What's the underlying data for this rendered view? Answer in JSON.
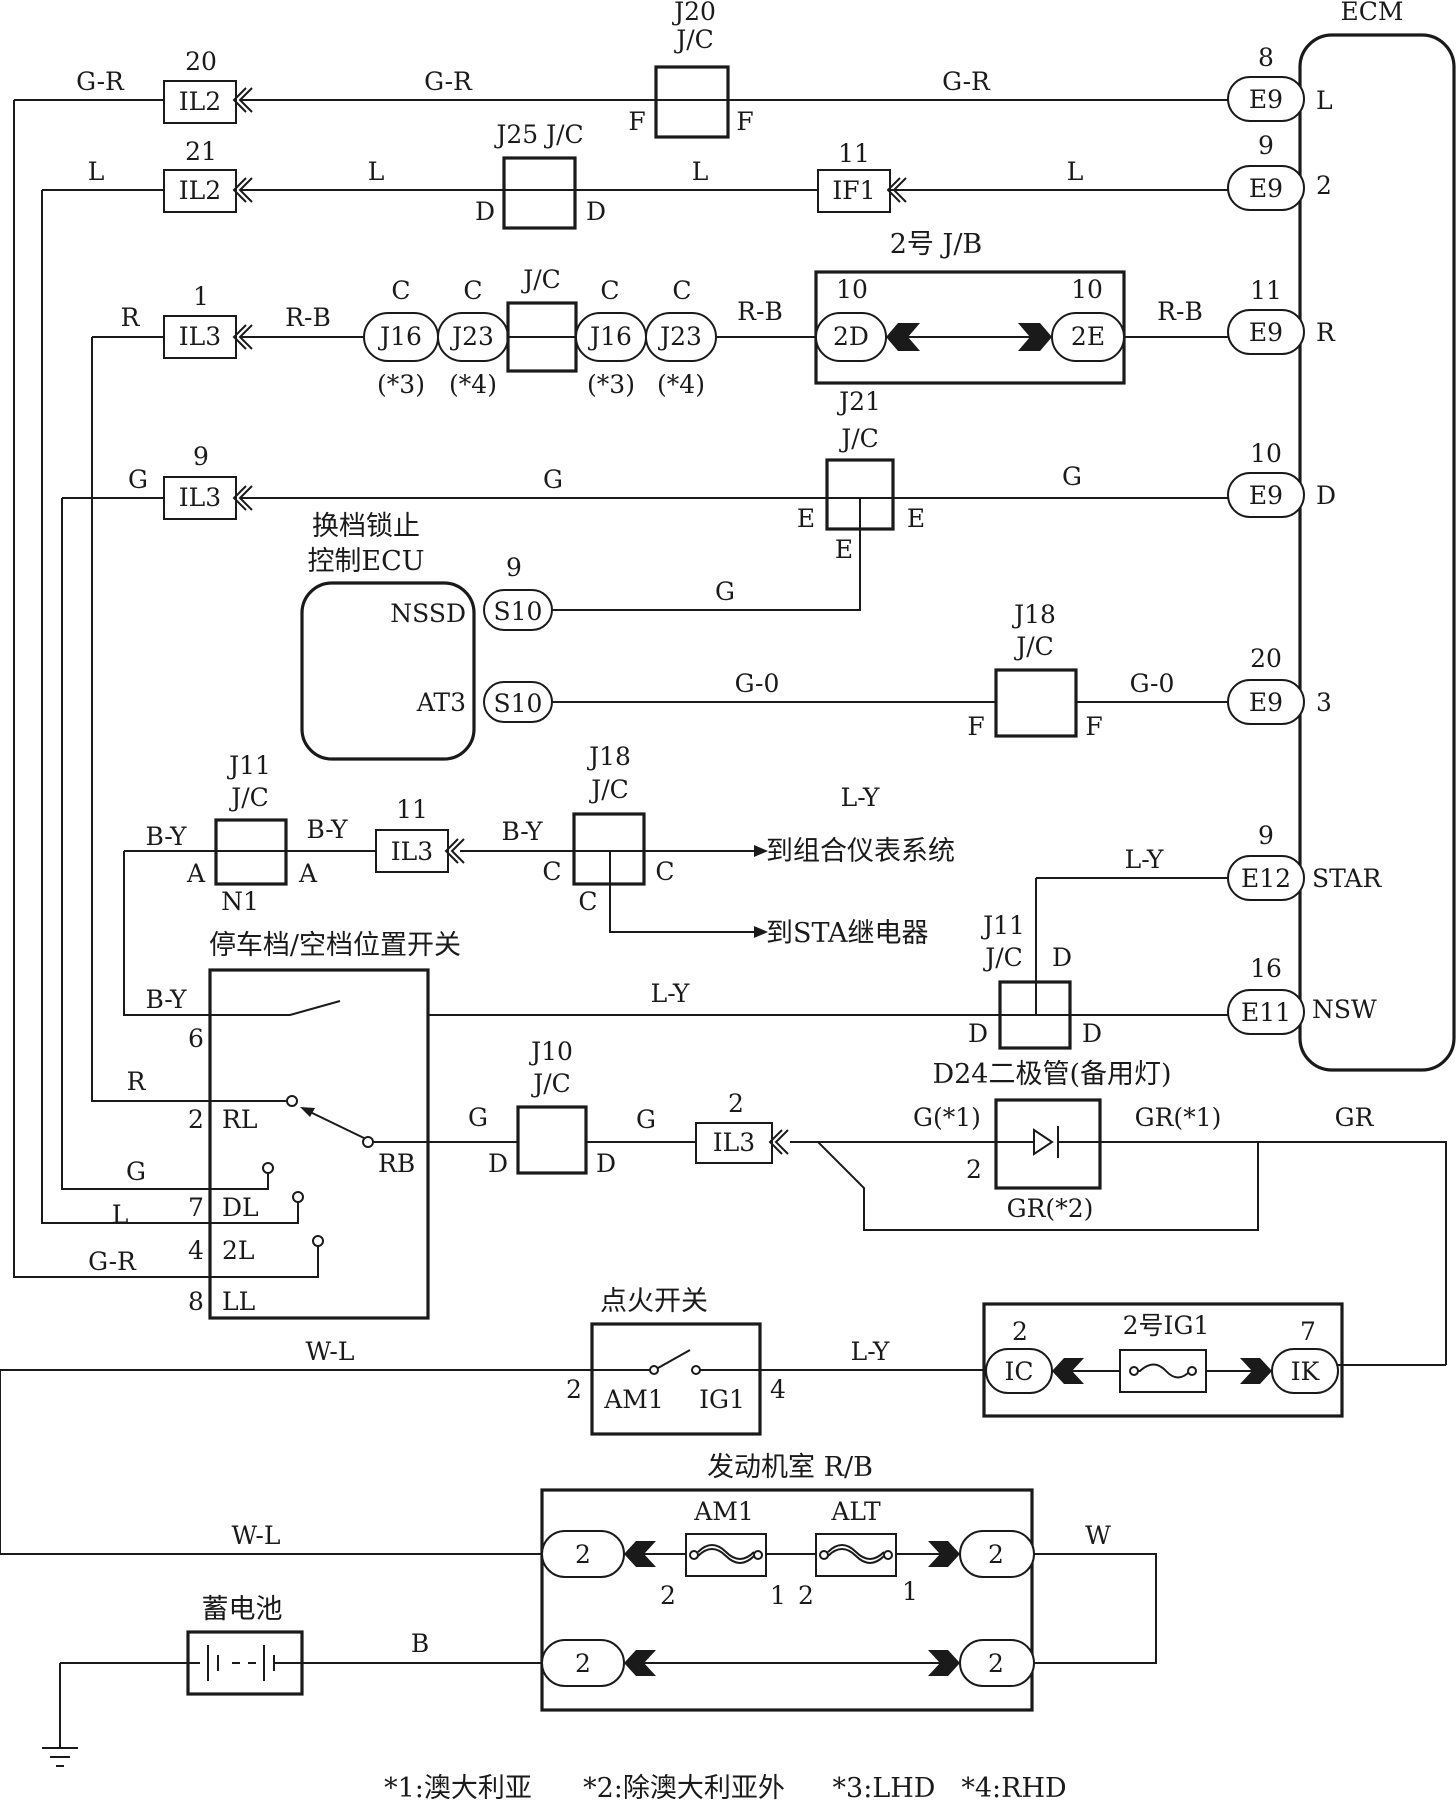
{
  "ecm": {
    "title": "ECM",
    "pins": [
      {
        "num": "8",
        "conn": "E9",
        "name": "L"
      },
      {
        "num": "9",
        "conn": "E9",
        "name": "2"
      },
      {
        "num": "11",
        "conn": "E9",
        "name": "R"
      },
      {
        "num": "10",
        "conn": "E9",
        "name": "D"
      },
      {
        "num": "20",
        "conn": "E9",
        "name": "3"
      },
      {
        "num": "9",
        "conn": "E12",
        "name": "STAR"
      },
      {
        "num": "16",
        "conn": "E11",
        "name": "NSW"
      }
    ]
  },
  "wires": {
    "g_r": "G-R",
    "l": "L",
    "r": "R",
    "r_b": "R-B",
    "g": "G",
    "g_0": "G-0",
    "b_y": "B-Y",
    "l_y": "L-Y",
    "w_l": "W-L",
    "w": "W",
    "b": "B",
    "gr": "GR",
    "g1": "G(*1)",
    "gr1": "GR(*1)",
    "gr2": "GR(*2)"
  },
  "connectors": {
    "il2a": {
      "num": "20",
      "label": "IL2"
    },
    "il2b": {
      "num": "21",
      "label": "IL2"
    },
    "il3a": {
      "num": "1",
      "label": "IL3"
    },
    "il3b": {
      "num": "9",
      "label": "IL3"
    },
    "il3c": {
      "num": "11",
      "label": "IL3"
    },
    "il3d": {
      "num": "2",
      "label": "IL3"
    },
    "if1": {
      "num": "11",
      "label": "IF1"
    },
    "s10a": {
      "num": "9",
      "label": "S10"
    },
    "s10b": {
      "label": "S10"
    },
    "j16a": {
      "top": "C",
      "label": "J16",
      "note": "(*3)"
    },
    "j23a": {
      "top": "C",
      "label": "J23",
      "note": "(*4)"
    },
    "j16b": {
      "top": "C",
      "label": "J16",
      "note": "(*3)"
    },
    "j23b": {
      "top": "C",
      "label": "J23",
      "note": "(*4)"
    }
  },
  "junctions": {
    "j20": {
      "name": "J20",
      "type": "J/C",
      "left": "F",
      "right": "F"
    },
    "j25": {
      "name": "J25 J/C",
      "left": "D",
      "right": "D"
    },
    "jc_mid": {
      "type": "J/C"
    },
    "j21": {
      "name": "J21",
      "type": "J/C",
      "left": "E",
      "right": "E",
      "bottom": "E"
    },
    "j18a": {
      "name": "J18",
      "type": "J/C",
      "left": "F",
      "right": "F"
    },
    "j11a": {
      "name": "J11",
      "type": "J/C",
      "left": "A",
      "right": "A",
      "bottom": "N1"
    },
    "j18b": {
      "name": "J18",
      "type": "J/C",
      "left": "C",
      "right": "C",
      "bottom": "C"
    },
    "j11b": {
      "name": "J11",
      "type": "J/C",
      "top": "D",
      "left": "D",
      "right": "D"
    },
    "j10": {
      "name": "J10",
      "type": "J/C",
      "left": "D",
      "right": "D"
    }
  },
  "jb2": {
    "title": "2号 J/B",
    "left_num": "10",
    "left": "2D",
    "right_num": "10",
    "right": "2E"
  },
  "shift_ecu": {
    "title_line1": "换档锁止",
    "title_line2": "控制ECU",
    "pin1": "NSSD",
    "pin2": "AT3"
  },
  "destinations": {
    "meter": "到组合仪表系统",
    "sta": "到STA继电器"
  },
  "pn_switch": {
    "title": "停车档/空档位置开关",
    "pins": [
      {
        "num": "6",
        "name": ""
      },
      {
        "num": "2",
        "name": "RL"
      },
      {
        "num": "7",
        "name": "DL"
      },
      {
        "num": "4",
        "name": "2L"
      },
      {
        "num": "8",
        "name": "LL"
      }
    ],
    "rb": "RB"
  },
  "diode": {
    "title": "D24二极管(备用灯)",
    "pin": "2"
  },
  "ignition": {
    "title": "点火开关",
    "am1": "AM1",
    "ig1": "IG1",
    "pin_left": "2",
    "pin_right": "4"
  },
  "ig1_fuse": {
    "title": "2号IG1",
    "left_num": "2",
    "left": "IC",
    "right_num": "7",
    "right": "IK"
  },
  "engine_rb": {
    "title": "发动机室 R/B",
    "fuse1": "AM1",
    "fuse2": "ALT",
    "conn": "2",
    "f1_left": "2",
    "f1_right": "1",
    "f2_left": "2",
    "f2_right": "1"
  },
  "battery": {
    "title": "蓄电池"
  },
  "footnotes": [
    "*1:澳大利亚",
    "*2:除澳大利亚外",
    "*3:LHD",
    "*4:RHD"
  ]
}
